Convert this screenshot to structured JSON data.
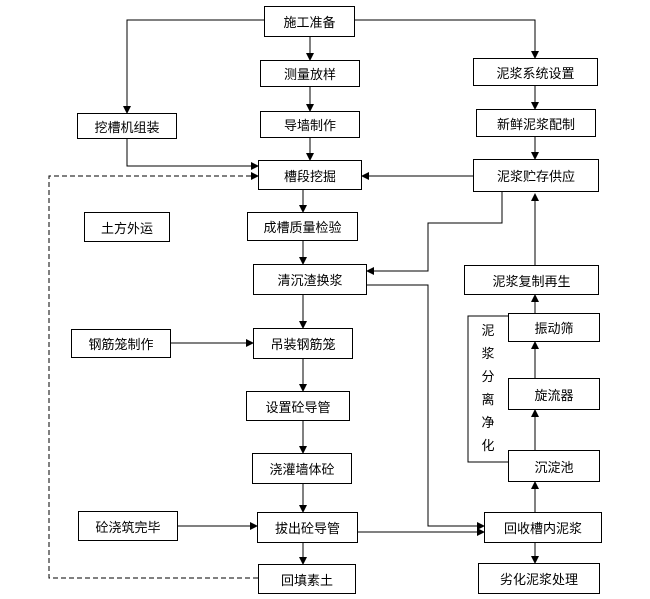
{
  "nodes": {
    "shigong_zhunbei": "施工准备",
    "celiang_fangyang": "测量放样",
    "daoqiang_zhizuo": "导墙制作",
    "caoduan_wajue": "槽段挖掘",
    "chengcao_zhiliang": "成槽质量检验",
    "qingchenzha": "清沉渣换浆",
    "diaozhuang_gangjinlong": "吊装钢筋笼",
    "shezhi_daoguan": "设置砼导管",
    "jiaoguan_qiangtishi": "浇灌墙体砼",
    "bachu_daoguan": "拔出砼导管",
    "huitian_sutu": "回填素土",
    "wacaoji_zuzhuang": "挖槽机组装",
    "tufang_waiyun": "土方外运",
    "gangjinlong_zhizuo": "钢筋笼制作",
    "tong_jiaozhu_wanbi": "砼浇筑完毕",
    "nijiang_xitong": "泥浆系统设置",
    "xinxian_nijiang": "新鲜泥浆配制",
    "nijiang_zhucun": "泥浆贮存供应",
    "nijiang_fuzhi": "泥浆复制再生",
    "zhendongshai": "振动筛",
    "xuanliuqi": "旋流器",
    "chendianchi": "沉淀池",
    "huishou_nijiang": "回收槽内泥浆",
    "liehua_nijiang": "劣化泥浆处理"
  },
  "separation_label": [
    "泥",
    "浆",
    "分",
    "离",
    "净",
    "化"
  ],
  "colors": {
    "line": "#000000",
    "box_border": "#000000",
    "text": "#000000",
    "background": "#ffffff"
  }
}
